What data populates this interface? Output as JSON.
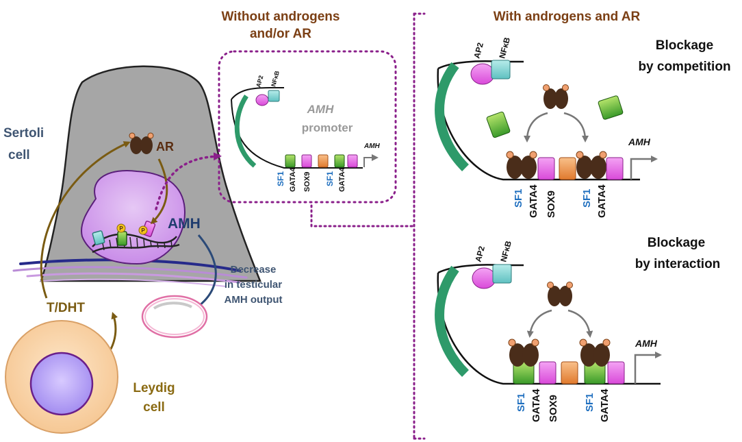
{
  "headings": {
    "without_line1": "Without androgens",
    "without_line2": "and/or AR",
    "with": "With androgens and AR"
  },
  "left": {
    "sertoli_line1": "Sertoli",
    "sertoli_line2": "cell",
    "ar": "AR",
    "amh": "AMH",
    "decrease_line1": "Decrease",
    "decrease_line2": "in testicular",
    "decrease_line3": "AMH output",
    "tdht": "T/DHT",
    "leydig_line1": "Leydig",
    "leydig_line2": "cell",
    "phospho": "P"
  },
  "promoter_box": {
    "ap2": "AP2",
    "nfkb": "NFκB",
    "amh_italic": "AMH",
    "promoter": "promoter",
    "amh_arrow": "AMH",
    "sites": [
      "SF1",
      "GATA4",
      "SOX9",
      "SF1",
      "GATA4"
    ]
  },
  "panel_competition": {
    "title_line1": "Blockage",
    "title_line2": "by competition",
    "ap2": "AP2",
    "nfkb": "NFκB",
    "amh_arrow": "AMH",
    "sites": [
      "SF1",
      "GATA4",
      "SOX9",
      "SF1",
      "GATA4"
    ]
  },
  "panel_interaction": {
    "title_line1": "Blockage",
    "title_line2": "by interaction",
    "ap2": "AP2",
    "nfkb": "NFκB",
    "amh_arrow": "AMH",
    "sites": [
      "SF1",
      "GATA4",
      "SOX9",
      "SF1",
      "GATA4"
    ]
  },
  "colors": {
    "heading_brown": "#7b3f14",
    "sertoli_blue": "#3f5572",
    "leydig_gold": "#8a6a12",
    "sf1_blue": "#1f6fbf",
    "dotted_purple": "#8a1f8a",
    "ar_brown": "#4a2d1a",
    "amh_navy": "#1f3c6e"
  }
}
